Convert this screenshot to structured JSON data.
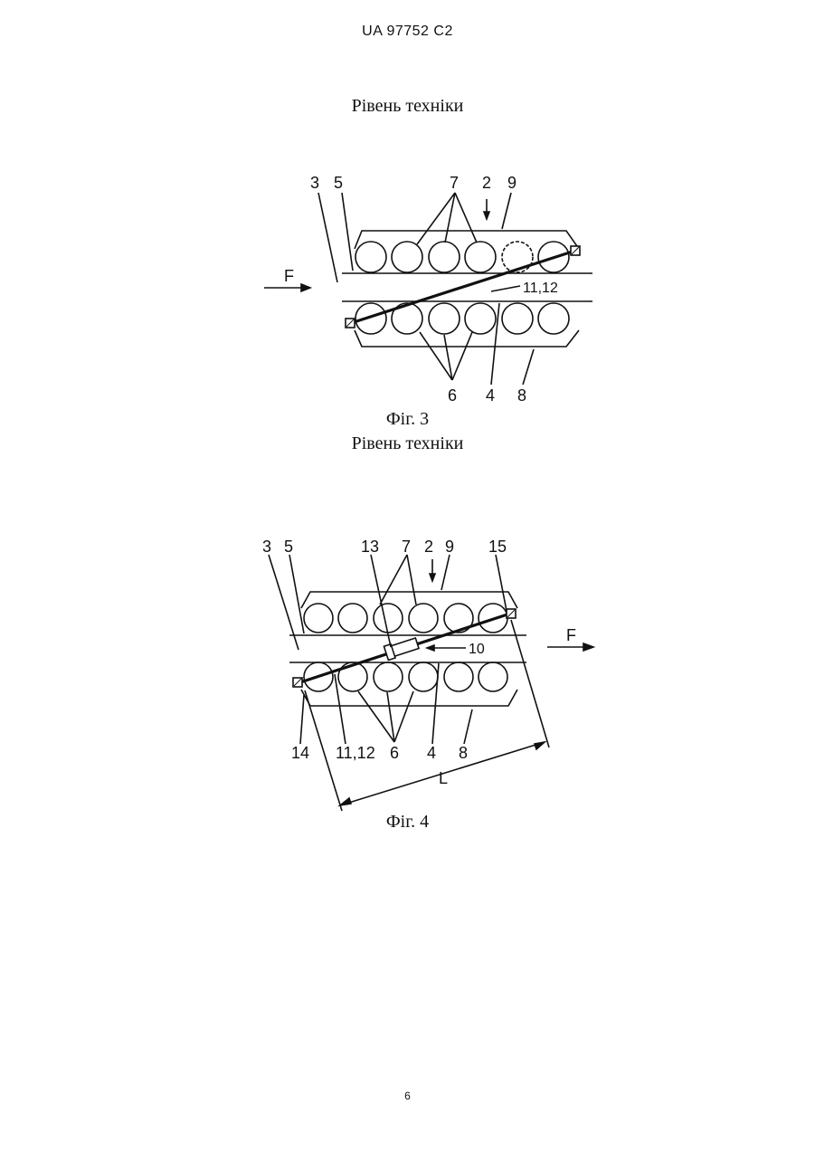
{
  "header": "UA 97752 C2",
  "section_title_top": "Рівень техніки",
  "fig3": {
    "caption": "Фіг. 3",
    "label_3": "3",
    "label_5": "5",
    "label_7": "7",
    "label_2": "2",
    "label_9": "9",
    "label_F": "F",
    "label_11_12": "11,12",
    "label_6": "6",
    "label_4": "4",
    "label_8": "8"
  },
  "section_title_mid": "Рівень техніки",
  "fig4": {
    "caption": "Фіг. 4",
    "label_3": "3",
    "label_5": "5",
    "label_13": "13",
    "label_7": "7",
    "label_2": "2",
    "label_9": "9",
    "label_15": "15",
    "label_F": "F",
    "label_10": "10",
    "label_14": "14",
    "label_11_12": "11,12",
    "label_6": "6",
    "label_4": "4",
    "label_8": "8",
    "label_L": "L"
  },
  "page_number": "6"
}
